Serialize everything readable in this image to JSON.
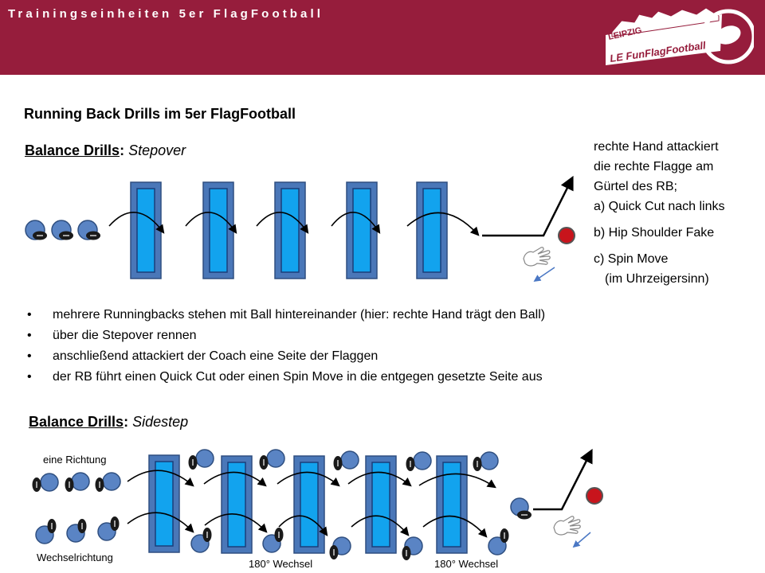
{
  "header": {
    "title": "Trainingseinheiten 5er FlagFootball"
  },
  "logo": {
    "top_text": "LEIPZIG",
    "main_text": "LE FunFlagFootball"
  },
  "slide_title": "Running Back Drills im 5er FlagFootball",
  "stepover": {
    "heading_bold": "Balance Drills",
    "heading_colon": ":",
    "heading_italic": "Stepover",
    "description": [
      "rechte Hand attackiert",
      "die rechte Flagge am",
      "Gürtel des RB;",
      "a) Quick Cut nach links",
      "b) Hip Shoulder Fake",
      "c) Spin Move",
      "(im Uhrzeigersinn)"
    ]
  },
  "bullets": [
    "mehrere Runningbacks stehen mit Ball hintereinander (hier: rechte Hand trägt den Ball)",
    "über die Stepover rennen",
    "anschließend attackiert der Coach eine Seite der Flaggen",
    "der RB führt einen Quick Cut oder einen Spin Move in die entgegen gesetzte Seite aus"
  ],
  "sidestep": {
    "heading_bold": "Balance Drills",
    "heading_colon": ":",
    "heading_italic": "Sidestep",
    "label_direction": "eine Richtung",
    "label_alternating": "Wechselrichtung",
    "label_switch_1": "180° Wechsel",
    "label_switch_2": "180° Wechsel"
  },
  "colors": {
    "header": "#961d3c",
    "pad_outer": "#4a77b8",
    "pad_inner": "#12a3ee",
    "player": "#5a84c4",
    "coach_marker": "#c8141c"
  }
}
